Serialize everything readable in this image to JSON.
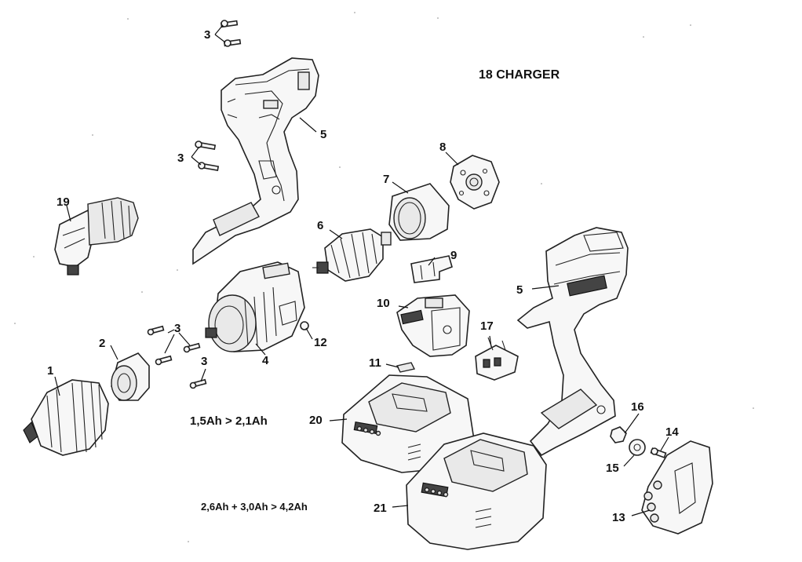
{
  "title": "18 CHARGER",
  "labels": {
    "p1": "1",
    "p2": "2",
    "p3a": "3",
    "p3b": "3",
    "p3c": "3",
    "p3d": "3",
    "p4": "4",
    "p5a": "5",
    "p5b": "5",
    "p6": "6",
    "p7": "7",
    "p8": "8",
    "p9": "9",
    "p10": "10",
    "p11": "11",
    "p12": "12",
    "p13": "13",
    "p14": "14",
    "p15": "15",
    "p16": "16",
    "p17": "17",
    "p19": "19",
    "p20": "20",
    "p21": "21"
  },
  "notes": {
    "battery_small": "1,5Ah  >  2,1Ah",
    "battery_large": "2,6Ah + 3,0Ah  >  4,2Ah"
  }
}
